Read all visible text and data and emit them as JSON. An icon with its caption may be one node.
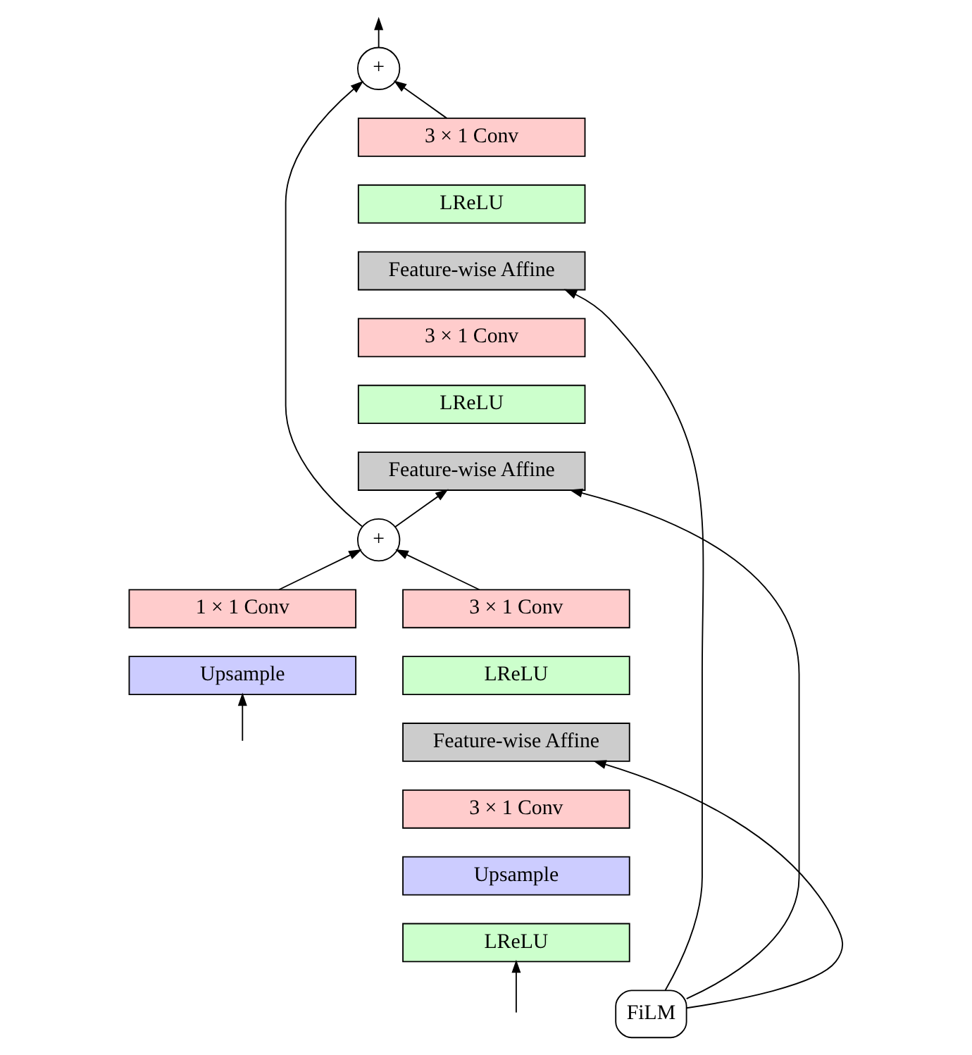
{
  "diagram": {
    "nodes": [
      {
        "text": [
          "+"
        ]
      },
      {
        "text": [
          "3 × 1 Conv"
        ]
      },
      {
        "text": [
          "LReLU"
        ]
      },
      {
        "text": [
          "Feature-wise Affine"
        ]
      },
      {
        "text": [
          "3 × 1 Conv"
        ]
      },
      {
        "text": [
          "LReLU"
        ]
      },
      {
        "text": [
          "Feature-wise Affine"
        ]
      },
      {
        "text": [
          "+"
        ]
      },
      {
        "text": [
          "1 × 1 Conv"
        ]
      },
      {
        "text": [
          "Upsample"
        ]
      },
      {
        "text": [
          "3 × 1 Conv"
        ]
      },
      {
        "text": [
          "LReLU"
        ]
      },
      {
        "text": [
          "Feature-wise Affine"
        ]
      },
      {
        "text": [
          "3 × 1 Conv"
        ]
      },
      {
        "text": [
          "Upsample"
        ]
      },
      {
        "text": [
          "LReLU"
        ]
      },
      {
        "text": [
          "FiLM"
        ]
      }
    ],
    "edges": [
      {
        "from": 0,
        "to": null,
        "arrow": "to"
      },
      {
        "from": 1,
        "to": 0,
        "arrow": "to"
      },
      {
        "from": 7,
        "to": 0,
        "arrow": "to"
      },
      {
        "from": 7,
        "to": 6,
        "arrow": "to"
      },
      {
        "from": 16,
        "to": 3,
        "arrow": "to"
      },
      {
        "from": 16,
        "to": 6,
        "arrow": "to"
      },
      {
        "from": 16,
        "to": 12,
        "arrow": "to"
      },
      {
        "from": 8,
        "to": 7,
        "arrow": "to"
      },
      {
        "from": 10,
        "to": 7,
        "arrow": "to"
      },
      {
        "from": null,
        "to": 15,
        "arrow": "to"
      },
      {
        "from": null,
        "to": 9,
        "arrow": "to"
      }
    ]
  }
}
